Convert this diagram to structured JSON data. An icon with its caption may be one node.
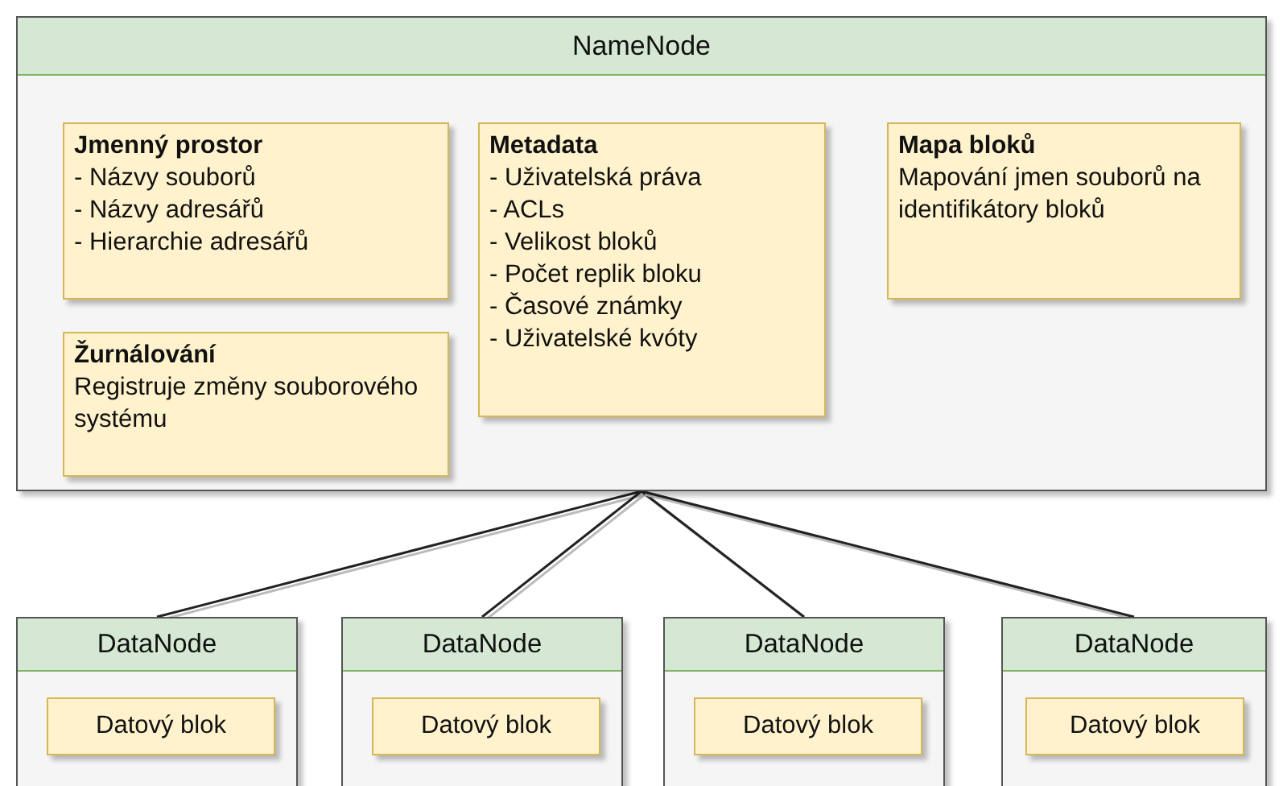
{
  "diagram": {
    "nodes": [
      {
        "text": [
          "NameNode"
        ]
      },
      {
        "text": [
          "Jmenný prostor",
          "- Názvy souborů",
          "- Názvy adresářů",
          "- Hierarchie adresářů"
        ],
        "in": 0
      },
      {
        "text": [
          "Žurnálování",
          "Registruje změny souborového systému"
        ],
        "in": 0
      },
      {
        "text": [
          "Metadata",
          "- Uživatelská práva",
          "- ACLs",
          "- Velikost bloků",
          "- Počet replik bloku",
          "- Časové známky",
          "- Uživatelské kvóty"
        ],
        "in": 0
      },
      {
        "text": [
          "Mapa bloků",
          "Mapování jmen souborů na identifikátory bloků"
        ],
        "in": 0
      },
      {
        "text": [
          "DataNode"
        ]
      },
      {
        "text": [
          "Datový blok"
        ],
        "in": 5
      },
      {
        "text": [
          "DataNode"
        ]
      },
      {
        "text": [
          "Datový blok"
        ],
        "in": 7
      },
      {
        "text": [
          "DataNode"
        ]
      },
      {
        "text": [
          "Datový blok"
        ],
        "in": 9
      },
      {
        "text": [
          "DataNode"
        ]
      },
      {
        "text": [
          "Datový blok"
        ],
        "in": 11
      }
    ],
    "edges": [
      {
        "from": 0,
        "to": 5,
        "arrow": "none"
      },
      {
        "from": 0,
        "to": 7,
        "arrow": "none"
      },
      {
        "from": 0,
        "to": 9,
        "arrow": "none"
      },
      {
        "from": 0,
        "to": 11,
        "arrow": "none"
      }
    ]
  }
}
